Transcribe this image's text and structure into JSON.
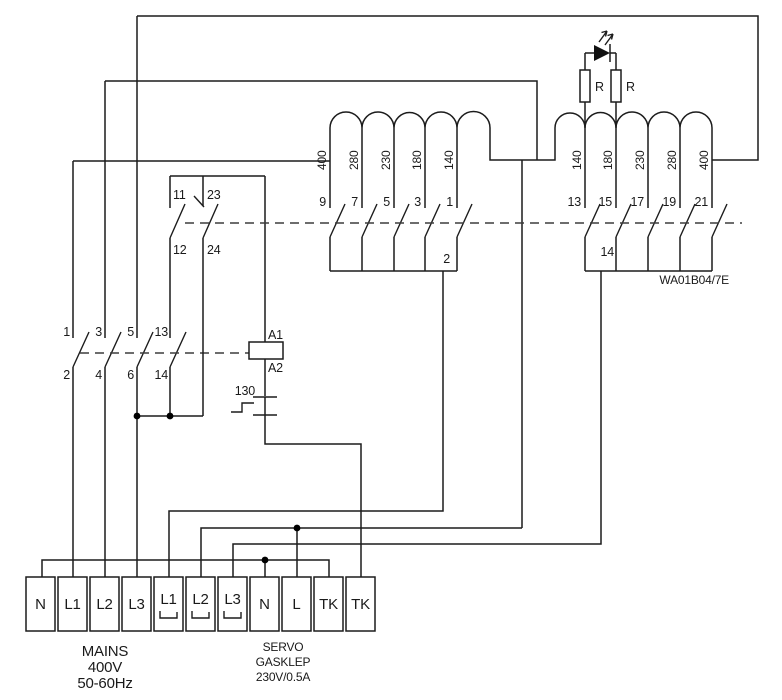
{
  "diagram": {
    "left_bank": {
      "taps": [
        "400",
        "280",
        "230",
        "180",
        "140"
      ],
      "contacts": [
        "9",
        "7",
        "5",
        "3",
        "1"
      ],
      "common": "2"
    },
    "right_bank": {
      "taps": [
        "140",
        "180",
        "230",
        "280",
        "400"
      ],
      "contacts": [
        "13",
        "15",
        "17",
        "19",
        "21"
      ],
      "common": "14",
      "part_number": "WA01B04/7E"
    },
    "indicator": {
      "resistor_left": "R",
      "resistor_right": "R"
    },
    "aux_switch": {
      "t11": "11",
      "t23": "23",
      "t12": "12",
      "t24": "24"
    },
    "contactor": {
      "top": [
        "1",
        "3",
        "5",
        "13"
      ],
      "bottom": [
        "2",
        "4",
        "6",
        "14"
      ],
      "coil_top": "A1",
      "coil_bottom": "A2"
    },
    "thermal_switch": {
      "label": "130"
    },
    "terminals": {
      "labels": [
        "N",
        "L1",
        "L2",
        "L3",
        "L1",
        "L2",
        "L3",
        "N",
        "L",
        "TK",
        "TK"
      ]
    },
    "captions": {
      "mains": [
        "MAINS",
        "400V",
        "50-60Hz"
      ],
      "servo": [
        "SERVO",
        "GASKLEP",
        "230V/0.5A"
      ]
    },
    "colors": {
      "line": "#1c1c1c",
      "background": "#ffffff"
    }
  }
}
